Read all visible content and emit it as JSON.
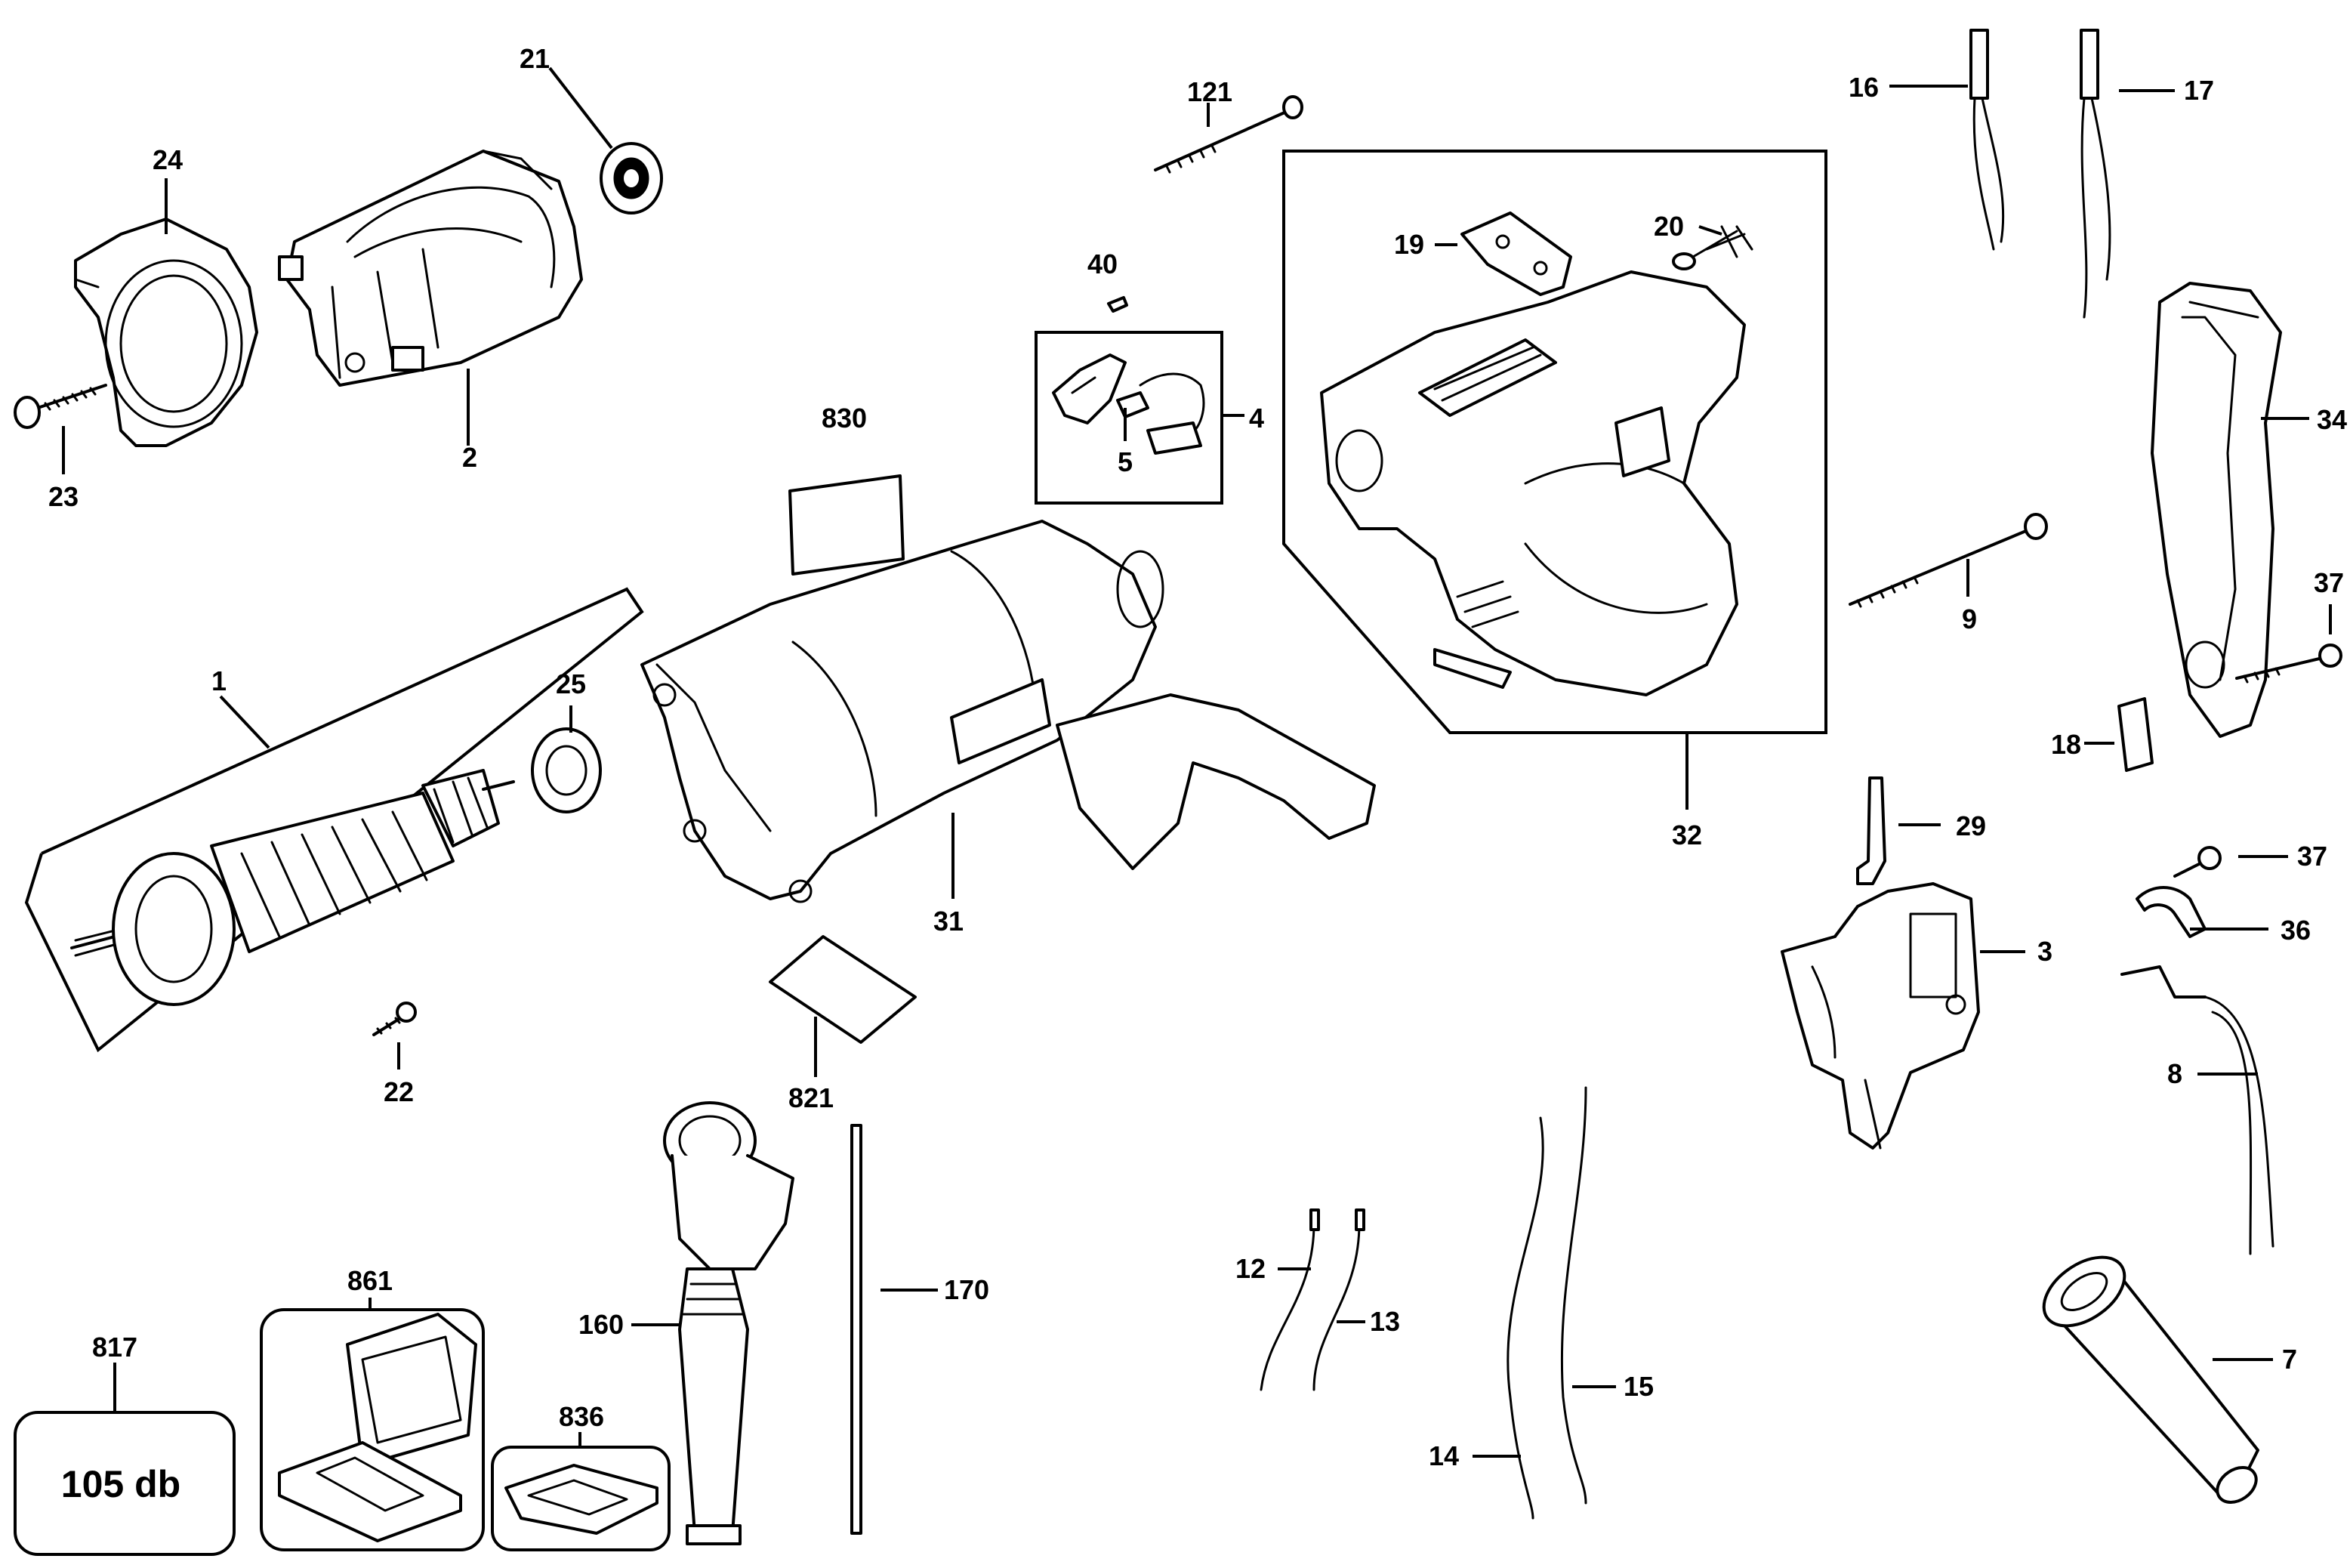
{
  "labels": {
    "l21": "21",
    "l24": "24",
    "l2": "2",
    "l23": "23",
    "l121": "121",
    "l40": "40",
    "l830": "830",
    "l4": "4",
    "l5": "5",
    "l19": "19",
    "l20": "20",
    "l16": "16",
    "l17": "17",
    "l34": "34",
    "l9": "9",
    "l37a": "37",
    "l18": "18",
    "l1": "1",
    "l25": "25",
    "l31": "31",
    "l32": "32",
    "l22": "22",
    "l29": "29",
    "l37b": "37",
    "l3": "3",
    "l36": "36",
    "l821": "821",
    "l8": "8",
    "l170": "170",
    "l160": "160",
    "l12": "12",
    "l13": "13",
    "l15": "15",
    "l14": "14",
    "l7": "7",
    "l861": "861",
    "l817": "817",
    "l836": "836"
  },
  "sound_label": "105 db"
}
